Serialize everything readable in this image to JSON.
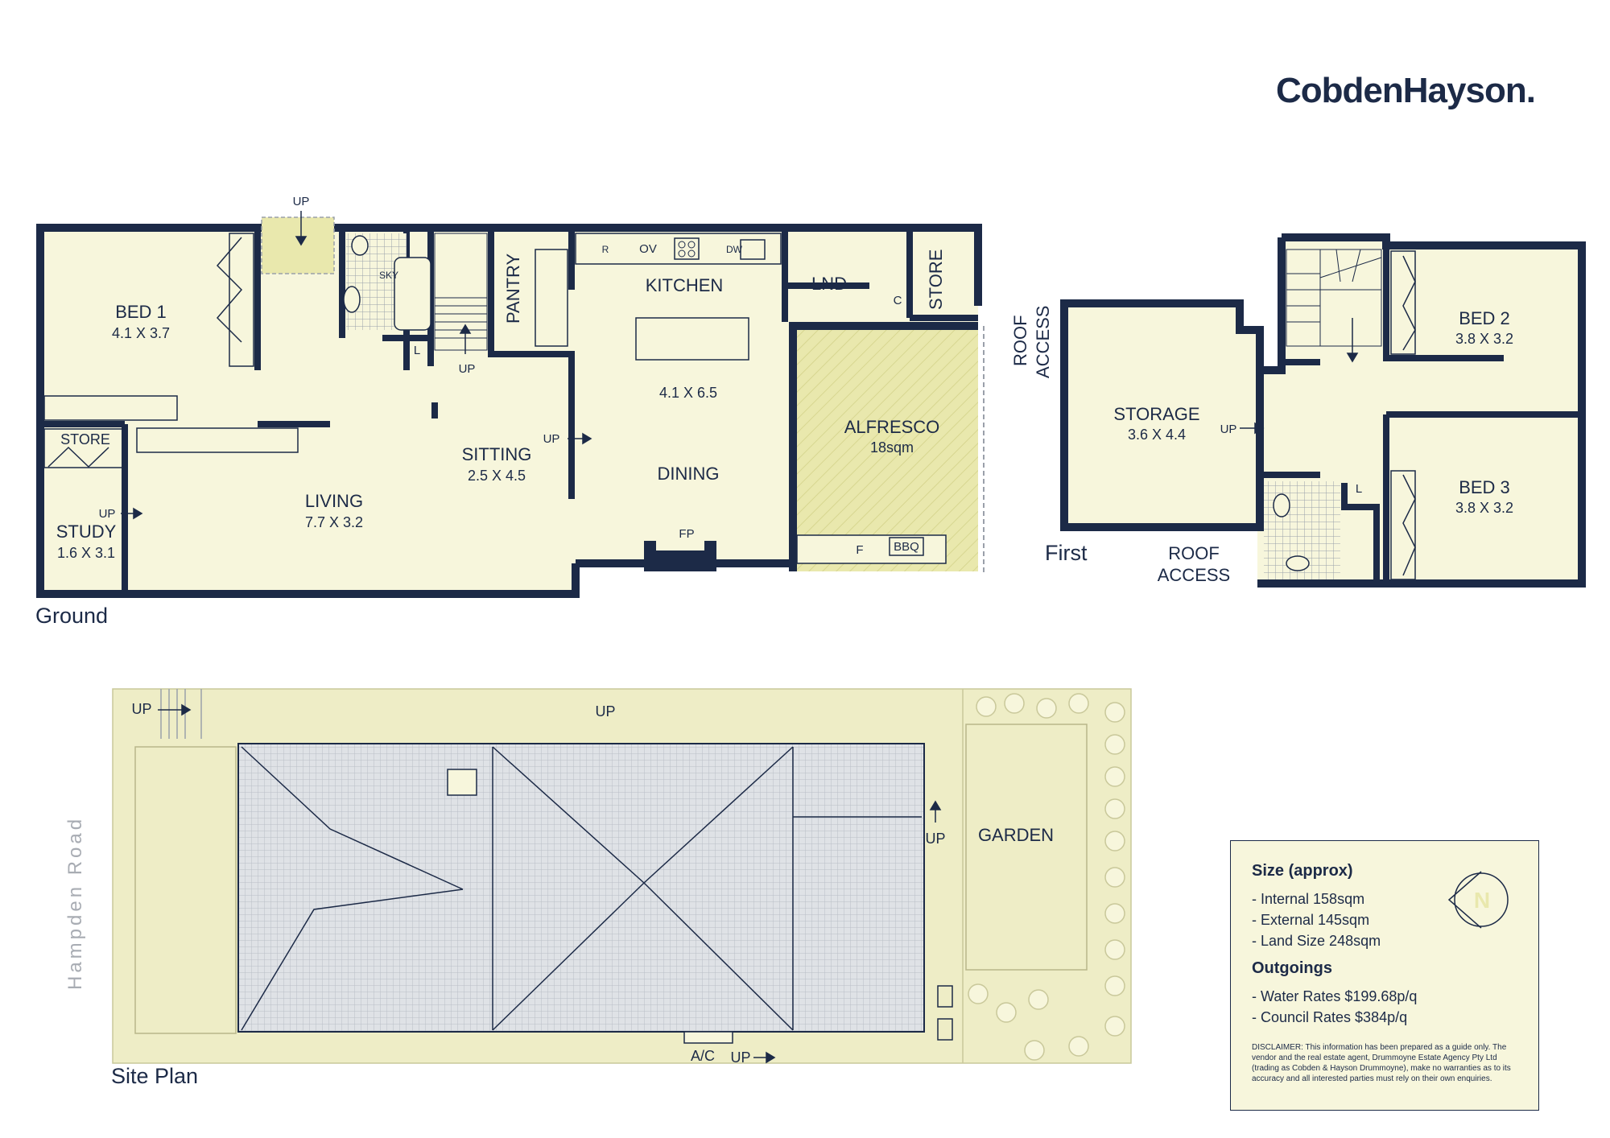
{
  "brand": "CobdenHayson.",
  "floors": {
    "ground": "Ground",
    "first": "First",
    "site": "Site Plan"
  },
  "road": "Hampden Road",
  "ground_rooms": {
    "bed1": {
      "name": "BED 1",
      "dims": "4.1 X 3.7"
    },
    "living": {
      "name": "LIVING",
      "dims": "7.7 X 3.2"
    },
    "sitting": {
      "name": "SITTING",
      "dims": "2.5 X 4.5"
    },
    "study": {
      "name": "STUDY",
      "dims": "1.6 X 3.1"
    },
    "store1": "STORE",
    "pantry": "PANTRY",
    "kitchen": "KITCHEN",
    "kitchen_dims": "4.1 X 6.5",
    "dining": "DINING",
    "lnd": "LND",
    "store2": "STORE",
    "c": "C",
    "alfresco": {
      "name": "ALFRESCO",
      "dims": "18sqm"
    },
    "fp": "FP",
    "bbq": "BBQ",
    "f": "F",
    "r": "R",
    "ov": "OV",
    "dw": "DW",
    "sky": "SKY",
    "l": "L",
    "up": "UP"
  },
  "first_rooms": {
    "storage": {
      "name": "STORAGE",
      "dims": "3.6 X 4.4"
    },
    "bed2": {
      "name": "BED 2",
      "dims": "3.8 X 3.2"
    },
    "bed3": {
      "name": "BED 3",
      "dims": "3.8 X 3.2"
    },
    "roof_access_line1": "ROOF",
    "roof_access_line2": "ACCESS",
    "l": "L",
    "up": "UP"
  },
  "site": {
    "garden": "GARDEN",
    "ac": "A/C",
    "up": "UP"
  },
  "info": {
    "size_title": "Size (approx)",
    "size_items": [
      "- Internal 158sqm",
      "- External 145sqm",
      "- Land Size 248sqm"
    ],
    "outgoings_title": "Outgoings",
    "outgoing_items": [
      "- Water Rates $199.68p/q",
      "- Council Rates $384p/q"
    ],
    "compass": "N",
    "disclaimer": "DISCLAIMER: This information has been prepared as a guide only. The vendor and the real estate agent, Drummoyne Estate Agency Pty Ltd (trading as Cobden & Hayson Drummoyne), make no warranties as to its accuracy and all interested parties must rely on their own enquiries."
  },
  "colors": {
    "wall": "#1c2a47",
    "floor": "#f7f6dc",
    "deck": "#e9e8ad",
    "roof": "#dfe2e6",
    "lawn": "#eeedc6"
  }
}
